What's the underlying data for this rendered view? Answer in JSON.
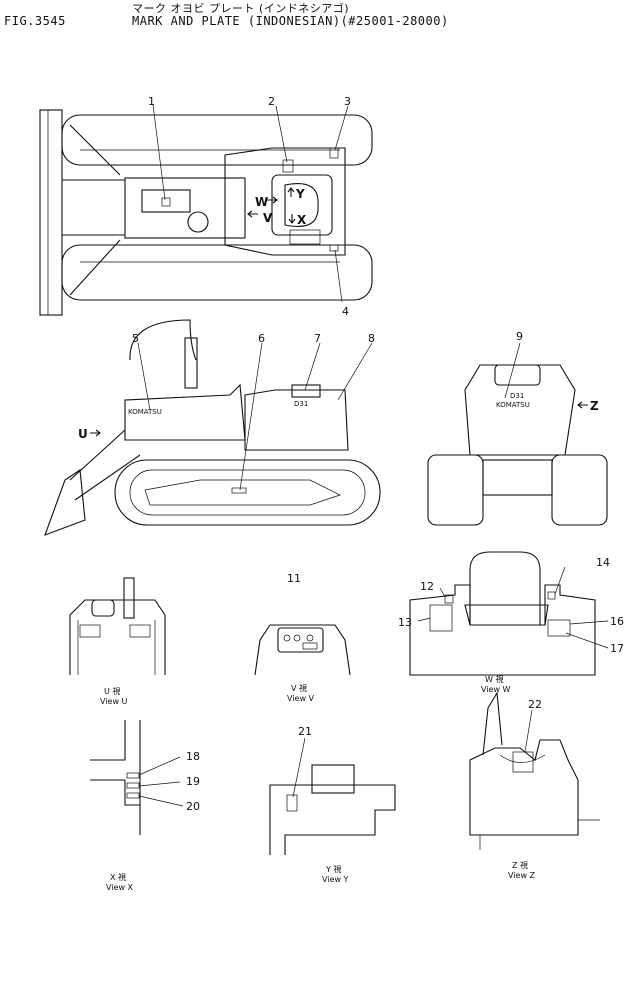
{
  "header": {
    "fig_code": "FIG.3545",
    "title_jp": "マーク オヨビ プレート (インドネシアゴ)",
    "title_en": "MARK AND PLATE (INDONESIAN)(#25001-28000)"
  },
  "callouts": [
    "1",
    "2",
    "3",
    "4",
    "5",
    "6",
    "7",
    "8",
    "9",
    "11",
    "12",
    "13",
    "14",
    "16",
    "17",
    "18",
    "19",
    "20",
    "21",
    "22"
  ],
  "arrows": {
    "w": "W",
    "v": "V",
    "y": "Y",
    "x": "X",
    "u": "U",
    "z": "Z"
  },
  "machine_text": {
    "model": "D31",
    "brand": "KOMATSU"
  },
  "views": {
    "u": {
      "jp": "U 視",
      "en": "View U"
    },
    "v": {
      "jp": "V 視",
      "en": "View V"
    },
    "w": {
      "jp": "W 視",
      "en": "View W"
    },
    "x": {
      "jp": "X 視",
      "en": "View X"
    },
    "y": {
      "jp": "Y 視",
      "en": "View Y"
    },
    "z": {
      "jp": "Z 視",
      "en": "View Z"
    }
  }
}
